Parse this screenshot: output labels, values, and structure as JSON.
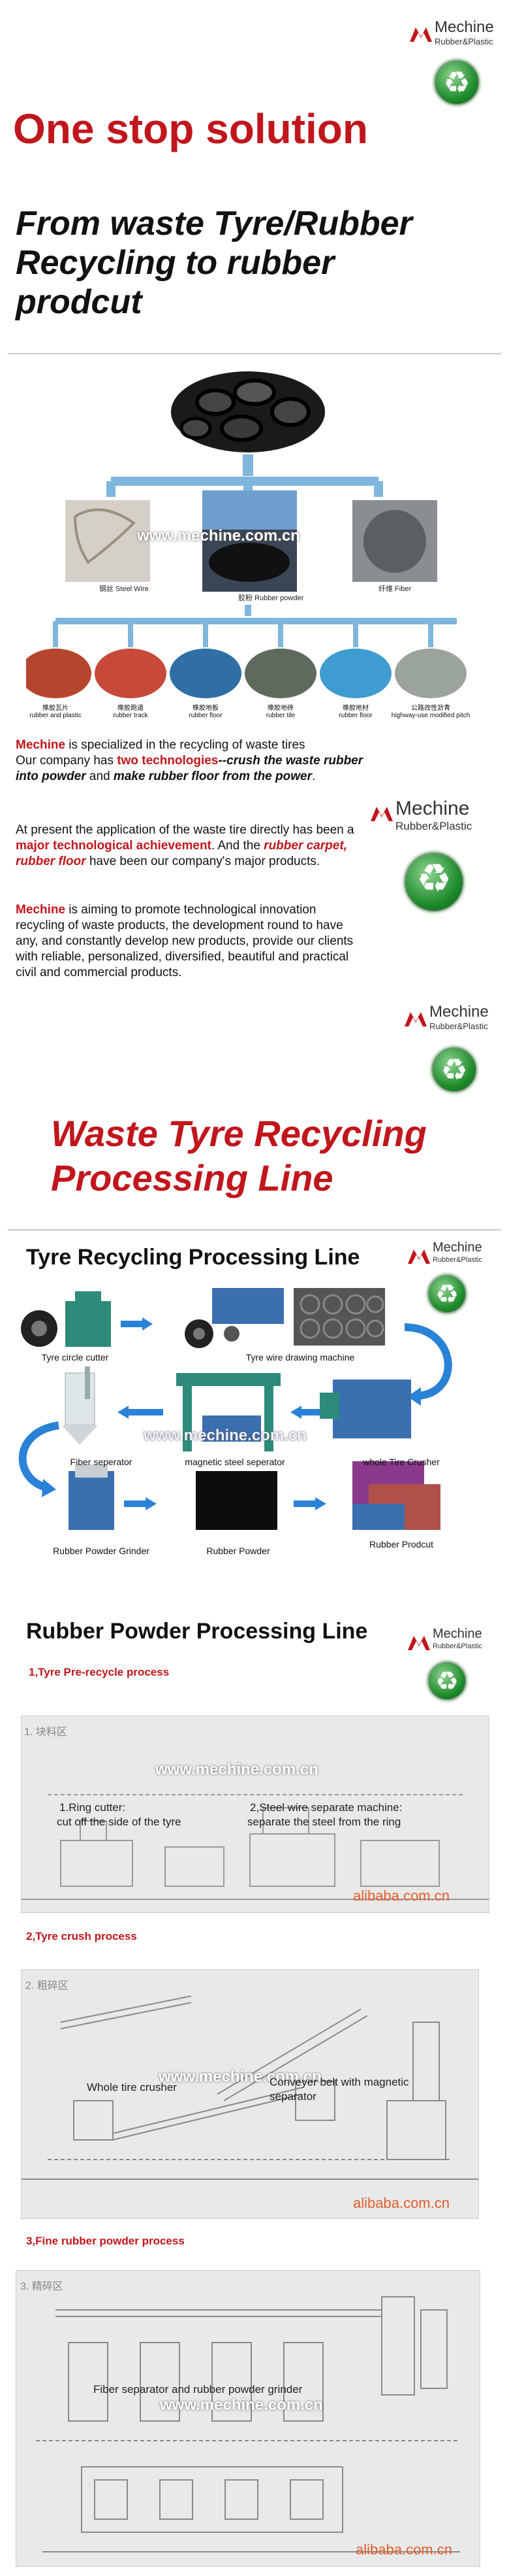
{
  "brand": {
    "name": "Mechine",
    "sub": "Rubber&Plastic"
  },
  "hero": {
    "title": "One stop solution",
    "subtitle_line1": "From waste Tyre/Rubber",
    "subtitle_line2": "Recycling to rubber",
    "subtitle_line3": "prodcut"
  },
  "flow1": {
    "watermark": "www.mechine.com.cn",
    "mid_labels": [
      "钢丝 Steel Wire",
      "胶粉 Rubber powder",
      "纤维 Fiber"
    ],
    "products": [
      {
        "cn": "橡胶瓦片",
        "en": "rubber and plastic"
      },
      {
        "cn": "橡胶跑道",
        "en": "rubber track"
      },
      {
        "cn": "橡胶地板",
        "en": "rubber floor"
      },
      {
        "cn": "橡胶地砖",
        "en": "rubber tile"
      },
      {
        "cn": "橡胶地材",
        "en": "rubber floor"
      },
      {
        "cn": "公路改性沥青",
        "en": "highway-use modified pitch"
      }
    ]
  },
  "intro": {
    "p1_brand": "Mechine",
    "p1_a": " is specialized in the recycling of waste tires",
    "p1_b": "Our company has ",
    "p1_red": "two technologies",
    "p1_c": "--crush the waste rubber into powder",
    "p1_d": " and ",
    "p1_e": "make rubber floor from the power",
    "p1_f": ".",
    "p2_a": "At present the application of the waste tire directly has been a ",
    "p2_red": "major technological achievement",
    "p2_b": ". And the ",
    "p2_redi": "rubber carpet, rubber floor",
    "p2_c": " have been our company's major products.",
    "p3_brand": "Mechine",
    "p3_a": " is aiming to promote technological innovation recycling of waste products, the development round to have any, and constantly develop new products, provide our clients with reliable, personalized, diversified, beautiful and practical civil and commercial products."
  },
  "section2": {
    "title_line1": "Waste Tyre Recycling",
    "title_line2": "Processing Line"
  },
  "line1": {
    "title": "Tyre Recycling Processing Line",
    "watermark": "www.mechine.com.cn",
    "labels": {
      "cutter": "Tyre circle cutter",
      "drawing": "Tyre wire drawing machine",
      "fiber": "Fiber seperator",
      "magnetic": "magnetic steel seperator",
      "crusher": "whole Tire Crusher",
      "grinder": "Rubber Powder Grinder",
      "powder": "Rubber Powder",
      "product": "Rubber Prodcut"
    }
  },
  "line2": {
    "title": "Rubber Powder Processing Line",
    "steps": [
      {
        "heading": "1,Tyre Pre-recycle process",
        "zone": "1. 块料区",
        "notes": [
          "1.Ring cutter:",
          "cut off the side of the tyre",
          "2,Steel wire separate machine:",
          "separate the steel from the ring"
        ],
        "watermark": "www.mechine.com.cn",
        "source": "alibaba.com.cn"
      },
      {
        "heading": "2,Tyre crush process",
        "zone": "2. 粗碎区",
        "notes": [
          "Whole tire crusher",
          "Conveyer belt with magnetic",
          "separator"
        ],
        "watermark": "www.mechine.com.cn",
        "source": "alibaba.com.cn"
      },
      {
        "heading": "3,Fine rubber powder process",
        "zone": "3. 精碎区",
        "notes": [
          "Fiber separator and  rubber powder grinder"
        ],
        "watermark": "www.mechine.com.cn",
        "source": "alibaba.com.cn"
      }
    ]
  },
  "colors": {
    "accent_red": "#c0161c",
    "recycle_green": "#1c8a2a",
    "arrow_blue": "#2a82d6",
    "watermark_orange": "#e25d2a"
  }
}
